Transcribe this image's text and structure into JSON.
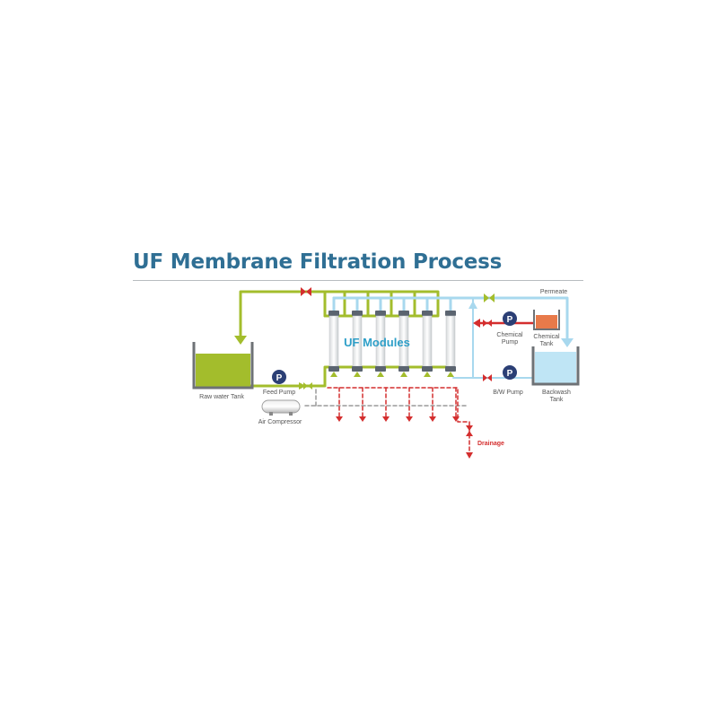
{
  "title": "UF Membrane Filtration Process",
  "labels": {
    "raw_water_tank": "Raw water Tank",
    "feed_pump": "Feed Pump",
    "air_compressor": "Air Compressor",
    "uf_modules": "UF Modules",
    "permeate": "Permeate",
    "chemical_pump": [
      "Chemical",
      "Pump"
    ],
    "chemical_tank": [
      "Chemical",
      "Tank"
    ],
    "bw_pump": "B/W Pump",
    "backwash_tank": [
      "Backwash",
      "Tank"
    ],
    "drainage": "Drainage",
    "pump_symbol": "P"
  },
  "colors": {
    "title": "#2f6f94",
    "feed_line": "#a3bd2c",
    "permeate_line": "#a8d8ee",
    "drain_line": "#d42e2e",
    "air_line": "#9a9a9a",
    "raw_water": "#a3bd2c",
    "backwash_water": "#bfe5f5",
    "chemical": "#e87a4a",
    "pump": "#2b3f75",
    "uf_label": "#2e9fc8"
  }
}
